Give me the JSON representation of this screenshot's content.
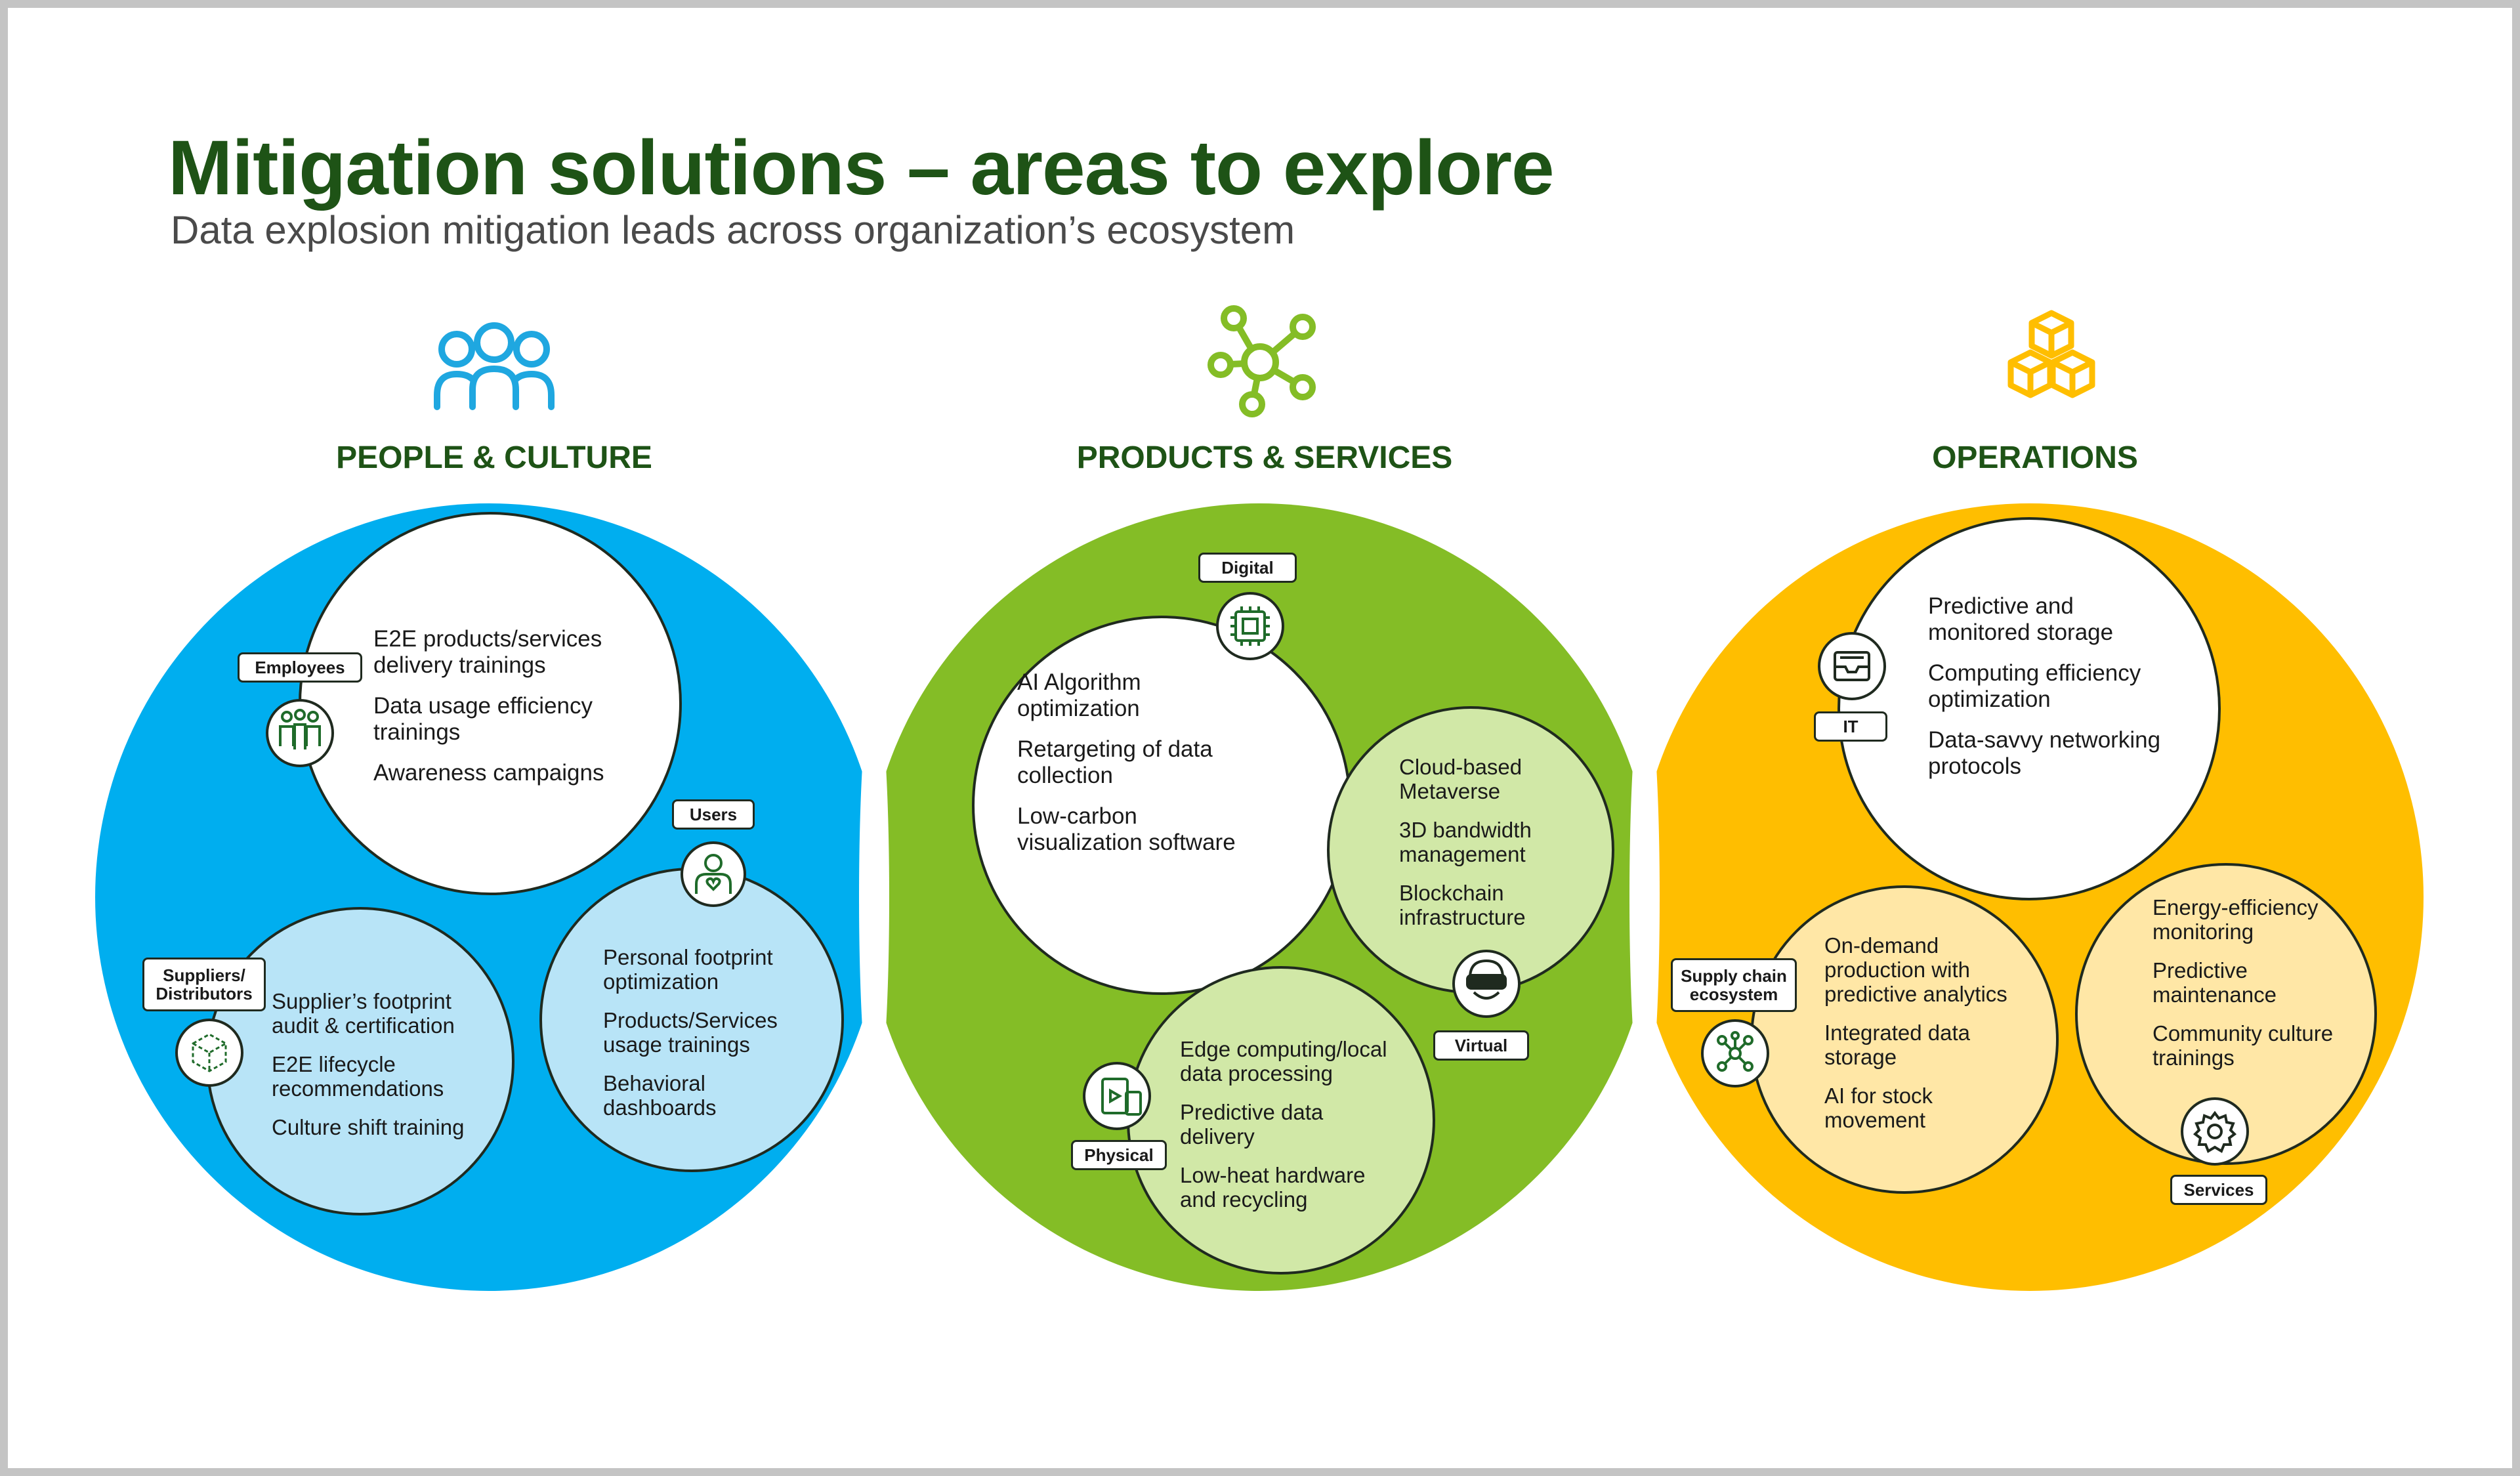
{
  "title": "Mitigation solutions – areas to explore",
  "subtitle": "Data explosion mitigation leads across organization’s ecosystem",
  "colors": {
    "title_green": "#1e5316",
    "people_blue": "#00aeef",
    "people_light": "#b8e4f7",
    "products_green": "#84bd26",
    "products_light": "#d1e8a7",
    "operations_yellow": "#ffbe00",
    "operations_light": "#ffe7a6",
    "icon_blue": "#1fa7e0",
    "icon_green": "#84bd26",
    "icon_yellow": "#ffbe00"
  },
  "categories": {
    "people": {
      "label": "PEOPLE & CULTURE",
      "icon": "people-group-icon",
      "employees": {
        "tag": "Employees",
        "icon": "employees-icon",
        "items": [
          "E2E products/services\ndelivery trainings",
          "Data usage efficiency\ntrainings",
          "Awareness campaigns"
        ]
      },
      "users": {
        "tag": "Users",
        "icon": "user-heart-icon",
        "items": [
          "Personal footprint\noptimization",
          "Products/Services\nusage trainings",
          "Behavioral\ndashboards"
        ]
      },
      "suppliers": {
        "tag": "Suppliers/\nDistributors",
        "icon": "cube-icon",
        "items": [
          "Supplier’s footprint\naudit & certification",
          "E2E lifecycle\nrecommendations",
          "Culture shift training"
        ]
      }
    },
    "products": {
      "label": "PRODUCTS &  SERVICES",
      "icon": "network-hub-icon",
      "digital": {
        "tag": "Digital",
        "icon": "chip-icon",
        "items": [
          "AI Algorithm\noptimization",
          "Retargeting of data\ncollection",
          "Low-carbon\nvisualization software"
        ]
      },
      "virtual": {
        "tag": "Virtual",
        "icon": "vr-headset-icon",
        "items": [
          "Cloud-based\nMetaverse",
          "3D bandwidth\nmanagement",
          "Blockchain\ninfrastructure"
        ]
      },
      "physical": {
        "tag": "Physical",
        "icon": "devices-icon",
        "items": [
          "Edge computing/local\ndata processing",
          "Predictive data\ndelivery",
          "Low-heat hardware\nand recycling"
        ]
      }
    },
    "operations": {
      "label": "OPERATIONS",
      "icon": "stacked-cubes-icon",
      "it": {
        "tag": "IT",
        "icon": "storage-tray-icon",
        "items": [
          "Predictive and\nmonitored storage",
          "Computing efficiency\noptimization",
          "Data-savvy networking\nprotocols"
        ]
      },
      "supply_chain": {
        "tag": "Supply chain\necosystem",
        "icon": "network-nodes-icon",
        "items": [
          "On-demand\nproduction with\npredictive analytics",
          "Integrated data\nstorage",
          "AI for stock\nmovement"
        ]
      },
      "services": {
        "tag": "Services",
        "icon": "gear-icon",
        "items": [
          "Energy-efficiency\nmonitoring",
          "Predictive\nmaintenance",
          "Community culture\ntrainings"
        ]
      }
    }
  }
}
